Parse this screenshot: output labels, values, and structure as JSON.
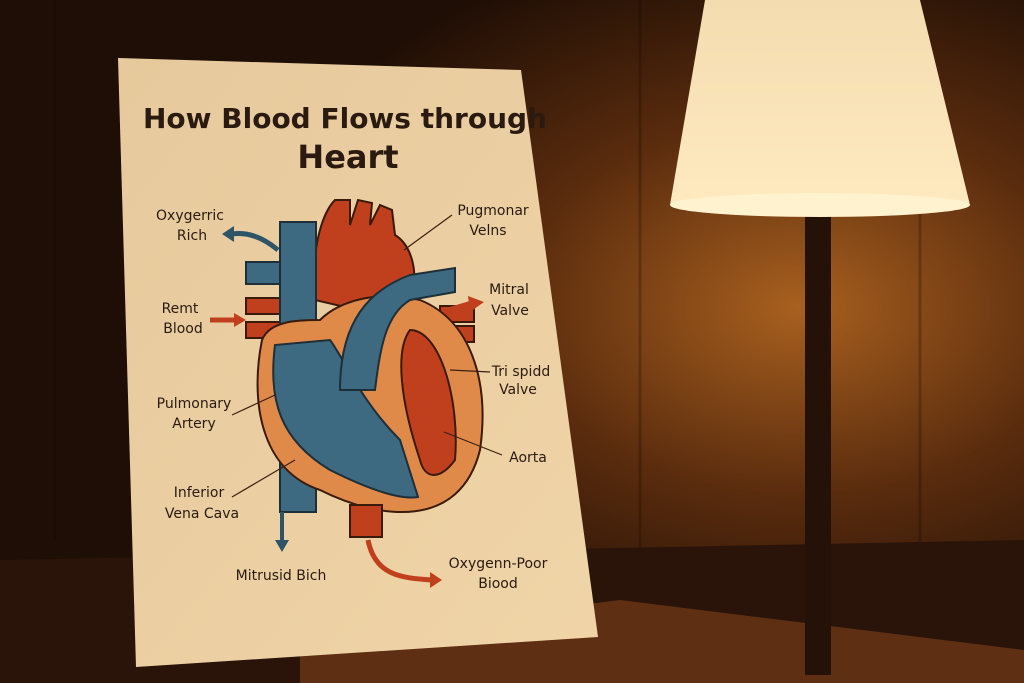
{
  "poster": {
    "title_line1": "How Blood Flows through",
    "title_line2": "Heart",
    "labels": {
      "oxygen_rich": [
        "Oxygerric",
        "Rich"
      ],
      "remt_blood": [
        "Remt",
        "Blood"
      ],
      "pulmonary_artery": [
        "Pulmonary",
        "Artery"
      ],
      "inferior_vena_cava": [
        "Inferior",
        "Vena Cava"
      ],
      "mitrusid": [
        "Mitrusid Bich"
      ],
      "pulmonary_veins": [
        "Pugmonar",
        "Velns"
      ],
      "mitral_valve": [
        "Mitral",
        "Valve"
      ],
      "tricuspid_valve": [
        "Tri spidd",
        "Valve"
      ],
      "aorta": [
        "Aorta"
      ],
      "oxygen_poor": [
        "Oxygenn-Poor",
        "Biood"
      ]
    }
  },
  "colors": {
    "red": "#c0401e",
    "blue": "#3d6a80",
    "orange": "#e08a4a",
    "paper": "#e9cfa6",
    "wall": "#3a1d0c"
  }
}
